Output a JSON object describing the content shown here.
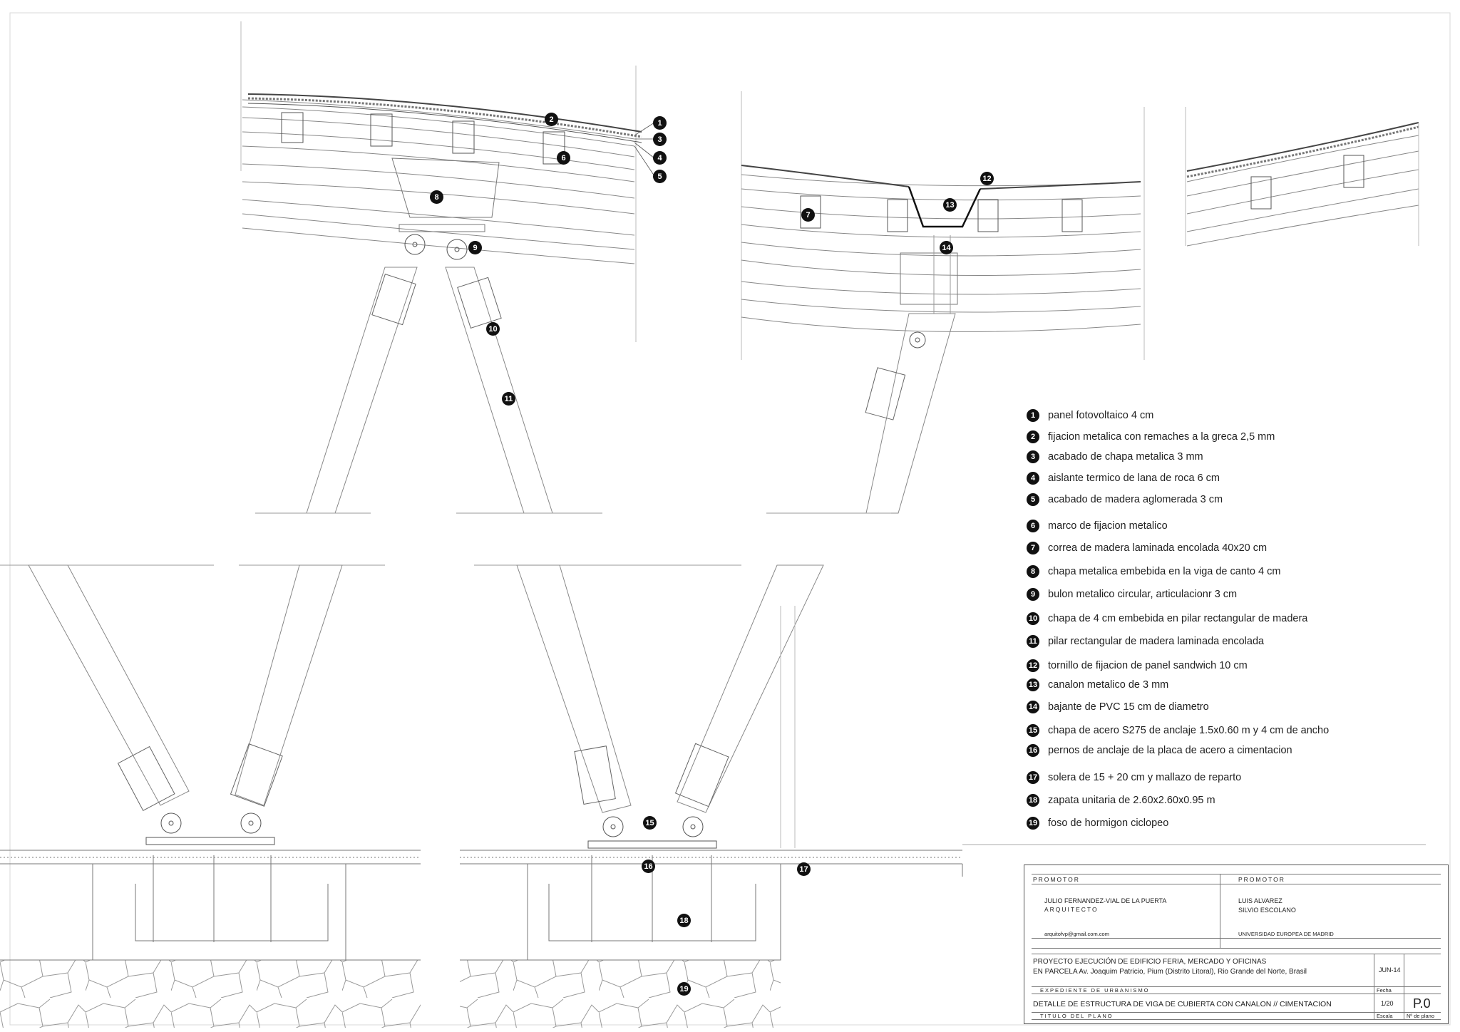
{
  "legend": [
    {
      "num": "1",
      "text": "panel fotovoltaico 4 cm"
    },
    {
      "num": "2",
      "text": "fijacion metalica con remaches a la greca 2,5 mm"
    },
    {
      "num": "3",
      "text": "acabado de chapa metalica 3 mm"
    },
    {
      "num": "4",
      "text": "aislante termico de lana de roca 6 cm"
    },
    {
      "num": "5",
      "text": "acabado de madera aglomerada 3 cm"
    },
    {
      "num": "6",
      "text": "marco de fijacion metalico"
    },
    {
      "num": "7",
      "text": "correa de madera laminada encolada 40x20 cm"
    },
    {
      "num": "8",
      "text": "chapa metalica embebida en la viga de canto 4 cm"
    },
    {
      "num": "9",
      "text": "bulon metalico circular, articulacionr 3 cm"
    },
    {
      "num": "10",
      "text": "chapa de 4 cm embebida en pilar rectangular de madera"
    },
    {
      "num": "11",
      "text": "pilar rectangular de  madera laminada encolada"
    },
    {
      "num": "12",
      "text": "tornillo de fijacion de panel sandwich 10 cm"
    },
    {
      "num": "13",
      "text": "canalon metalico de 3 mm"
    },
    {
      "num": "14",
      "text": "bajante de PVC 15 cm de diametro"
    },
    {
      "num": "15",
      "text": "chapa de acero S275 de anclaje 1.5x0.60 m y 4 cm de ancho"
    },
    {
      "num": "16",
      "text": "pernos de anclaje de la placa de acero a cimentacion"
    },
    {
      "num": "17",
      "text": "solera de 15 + 20 cm y mallazo de reparto"
    },
    {
      "num": "18",
      "text": "zapata unitaria de 2.60x2.60x0.95 m"
    },
    {
      "num": "19",
      "text": "foso de hormigon ciclopeo"
    }
  ],
  "callouts": {
    "c1": "1",
    "c2": "2",
    "c3": "3",
    "c4": "4",
    "c5": "5",
    "c6": "6",
    "c7": "7",
    "c8": "8",
    "c9": "9",
    "c10": "10",
    "c11": "11",
    "c12": "12",
    "c13": "13",
    "c14": "14",
    "c15": "15",
    "c16": "16",
    "c17": "17",
    "c18": "18",
    "c19": "19"
  },
  "title_block": {
    "promotor_label_1": "PROMOTOR",
    "promotor_label_2": "PROMOTOR",
    "architect_name": "JULIO FERNANDEZ-VIAL DE LA PUERTA",
    "architect_role": "ARQUITECTO",
    "client_1": "LUIS ALVAREZ",
    "client_2": "SILVIO ESCOLANO",
    "email": "arquitofvp@gmail.com.com",
    "university": "UNIVERSIDAD EUROPEA DE MADRID",
    "project_line_1": "PROYECTO EJECUCIÓN DE EDIFICIO FERIA, MERCADO Y OFICINAS",
    "project_line_2": "EN PARCELA  Av. Joaquim Patricio, Pium (Distrito Litoral), Rio Grande  del Norte, Brasil",
    "date": "JUN-14",
    "date_label": "Fecha",
    "expediente_label": "EXPEDIENTE DE URBANISMO",
    "plan_title": "DETALLE DE ESTRUCTURA DE VIGA DE CUBIERTA CON CANALON // CIMENTACION",
    "scale": "1/20",
    "scale_label": "Escala",
    "plan_number": "P.0",
    "plan_number_label": "Nº de plano",
    "plan_title_label": "TITULO DEL PLANO"
  }
}
